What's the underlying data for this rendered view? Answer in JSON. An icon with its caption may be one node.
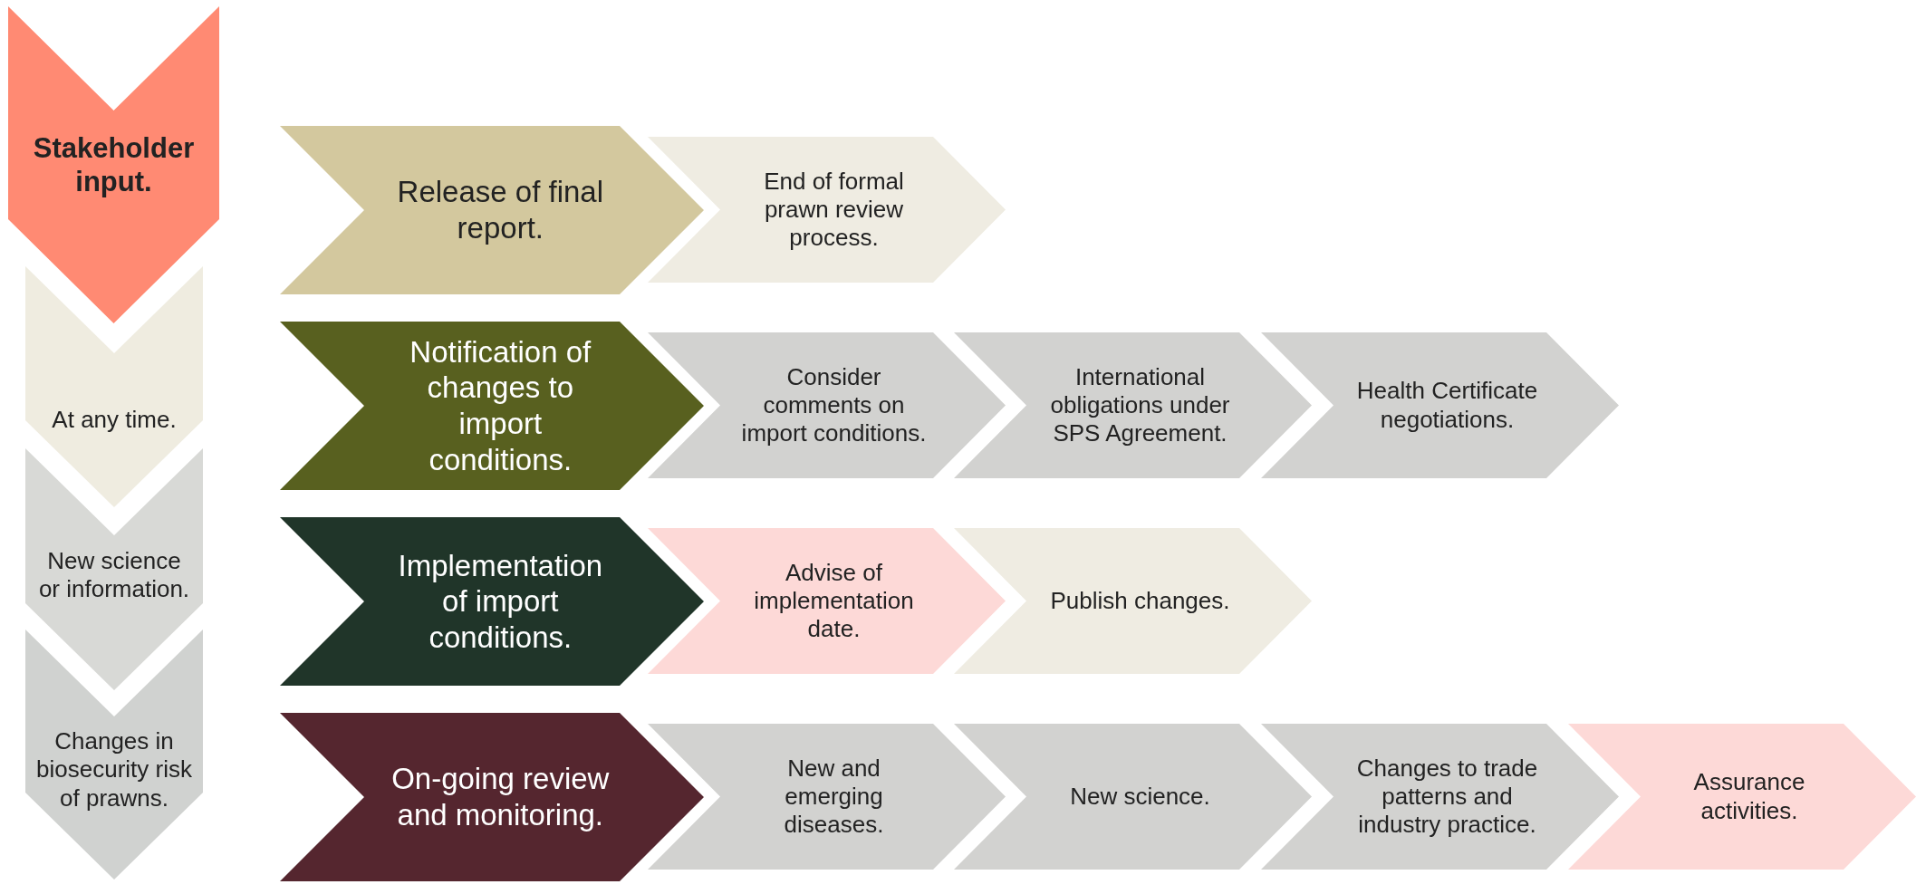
{
  "diagram": {
    "nodes": [
      {
        "text": [
          "Stakeholder input."
        ]
      },
      {
        "text": [
          "At any time."
        ]
      },
      {
        "text": [
          "New science or information."
        ]
      },
      {
        "text": [
          "Changes in biosecurity risk of prawns."
        ]
      },
      {
        "text": [
          "Release of final report."
        ]
      },
      {
        "text": [
          "End of formal prawn review process."
        ]
      },
      {
        "text": [
          "Notification of changes to import conditions."
        ]
      },
      {
        "text": [
          "Consider comments on import conditions."
        ]
      },
      {
        "text": [
          "International obligations under SPS Agreement."
        ]
      },
      {
        "text": [
          "Health Certificate negotiations."
        ]
      },
      {
        "text": [
          "Implementation of import conditions."
        ]
      },
      {
        "text": [
          "Advise of implementation date."
        ]
      },
      {
        "text": [
          "Publish changes."
        ]
      },
      {
        "text": [
          "On-going review and monitoring."
        ]
      },
      {
        "text": [
          "New and emerging diseases."
        ]
      },
      {
        "text": [
          "New science."
        ]
      },
      {
        "text": [
          "Changes to trade patterns and industry practice."
        ]
      },
      {
        "text": [
          "Assurance activities."
        ]
      }
    ]
  }
}
